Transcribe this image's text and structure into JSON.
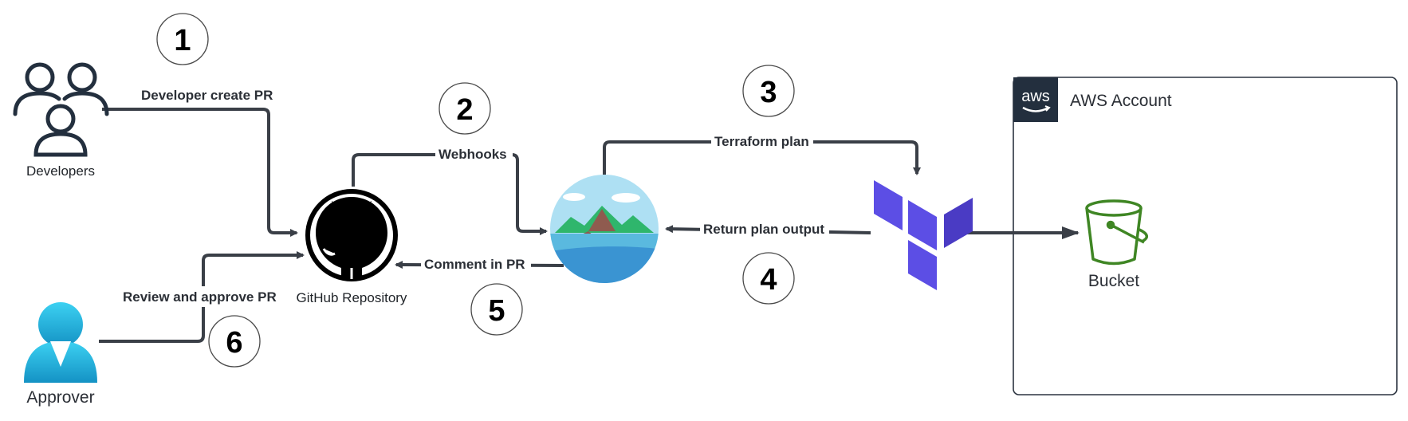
{
  "nodes": {
    "developers": "Developers",
    "github": "GitHub Repository",
    "approver": "Approver",
    "aws_logo": "aws",
    "aws_account": "AWS Account",
    "bucket": "Bucket"
  },
  "edges": {
    "developer_create_pr": "Developer create PR",
    "webhooks": "Webhooks",
    "terraform_plan": "Terraform plan",
    "return_plan_output": "Return plan output",
    "comment_in_pr": "Comment in PR",
    "review_and_approve_pr": "Review and approve PR"
  },
  "steps": [
    "1",
    "2",
    "3",
    "4",
    "5",
    "6"
  ],
  "colors": {
    "connector": "#3a3f47",
    "terraform": "#5c4ee5",
    "terraform_dark": "#4a3bc4",
    "bucket": "#3f8624",
    "approver": "#1ba8d6",
    "aws_badge": "#232f3e"
  },
  "icons": {
    "developers": "users-group-icon",
    "github": "github-icon",
    "approver": "user-icon",
    "atlantis": "island-icon",
    "terraform": "terraform-icon",
    "bucket": "s3-bucket-icon"
  }
}
